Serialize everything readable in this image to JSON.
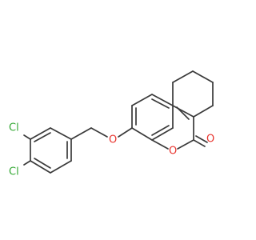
{
  "atom_labels": {
    "cl_upper": "Cl",
    "cl_lower": "Cl",
    "ether_oxygen": "O",
    "ring_oxygen": "O",
    "carbonyl_oxygen": "O"
  },
  "colors": {
    "bond": "#3a3a3a",
    "chlorine": "#33a833",
    "oxygen": "#e8322c",
    "background": "#ffffff"
  }
}
